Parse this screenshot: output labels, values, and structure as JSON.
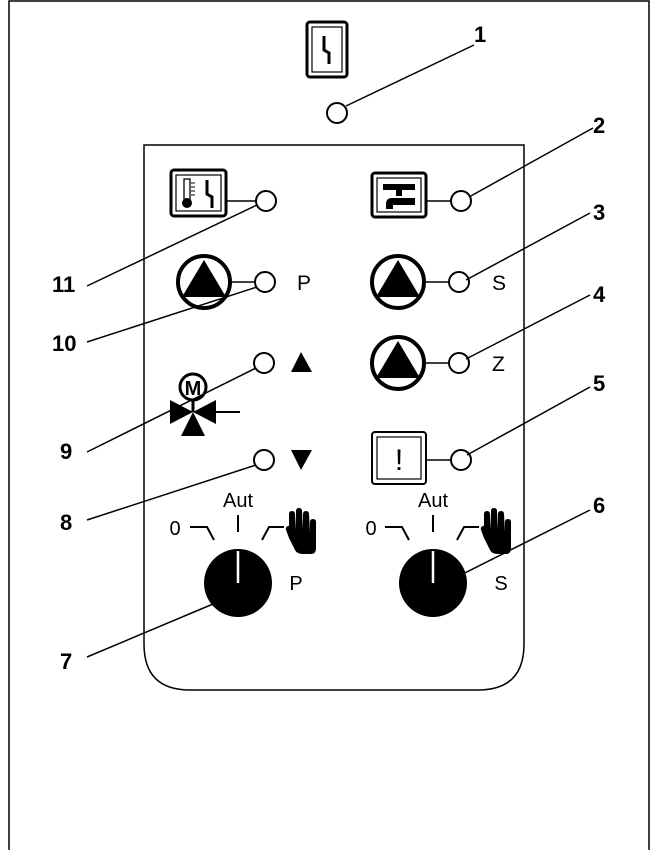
{
  "callouts": [
    "1",
    "2",
    "3",
    "4",
    "5",
    "6",
    "7",
    "8",
    "9",
    "10",
    "11"
  ],
  "indicator_labels": {
    "pump_heating": "P",
    "pump_storage": "S",
    "pump_circulation": "Z",
    "fault": "!"
  },
  "switch_left": {
    "pos_off": "0",
    "pos_auto": "Aut",
    "suffix": "P"
  },
  "switch_right": {
    "pos_off": "0",
    "pos_auto": "Aut",
    "suffix": "S"
  },
  "icons": {
    "burner": "burner-flame-icon",
    "boiler_temp": "thermometer-flame-icon",
    "hot_water": "tap-icon",
    "pump": "pump-icon",
    "mixer": "motor-mixing-valve-icon",
    "open": "triangle-up-icon",
    "close": "triangle-down-icon",
    "manual": "hand-icon"
  }
}
